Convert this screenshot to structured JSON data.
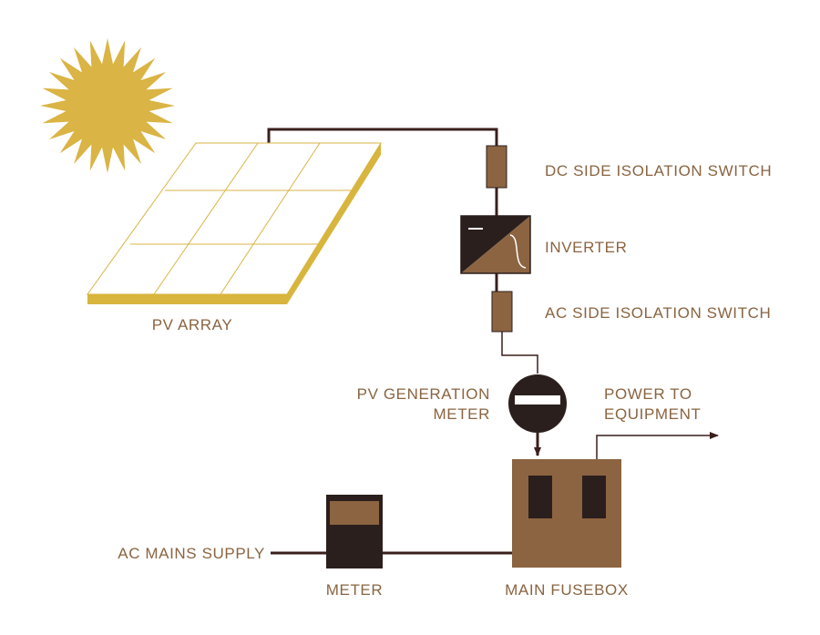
{
  "labels": {
    "pv_array": "PV ARRAY",
    "dc_switch": "DC SIDE ISOLATION SWITCH",
    "inverter": "INVERTER",
    "ac_switch": "AC SIDE ISOLATION SWITCH",
    "pv_meter_line1": "PV GENERATION",
    "pv_meter_line2": "METER",
    "power_line1": "POWER TO",
    "power_line2": "EQUIPMENT",
    "ac_mains": "AC MAINS SUPPLY",
    "meter": "METER",
    "fusebox": "MAIN FUSEBOX"
  },
  "icons": {
    "sun": "sun-icon",
    "solar_panel": "solar-panel-icon",
    "inverter": "inverter-icon",
    "meter": "meter-icon"
  },
  "colors": {
    "sun": "#dab444",
    "panel_edge": "#d8b53c",
    "brown": "#8c6441",
    "dark": "#2b1f1d",
    "wire": "#3a1f1c",
    "label": "#8a6440"
  }
}
